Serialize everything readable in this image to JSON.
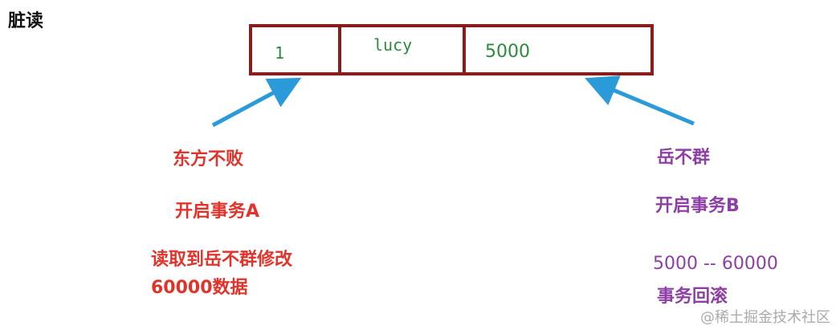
{
  "title": "脏读",
  "row": [
    "1",
    "lucy",
    "5000"
  ],
  "left": {
    "name": "东方不败",
    "action": "开启事务A",
    "note_line1": "读取到岳不群修改",
    "note_line2": "60000数据"
  },
  "right": {
    "name": "岳不群",
    "action": "开启事务B",
    "change": "5000 -- 60000",
    "result": "事务回滚"
  },
  "watermark": "@稀土掘金技术社区",
  "colors": {
    "border": "#8b1c1c",
    "cell_text": "#2b8a3e",
    "arrow": "#2a9ad8",
    "left_text": "#e2332b",
    "right_text": "#8e3fa6"
  }
}
